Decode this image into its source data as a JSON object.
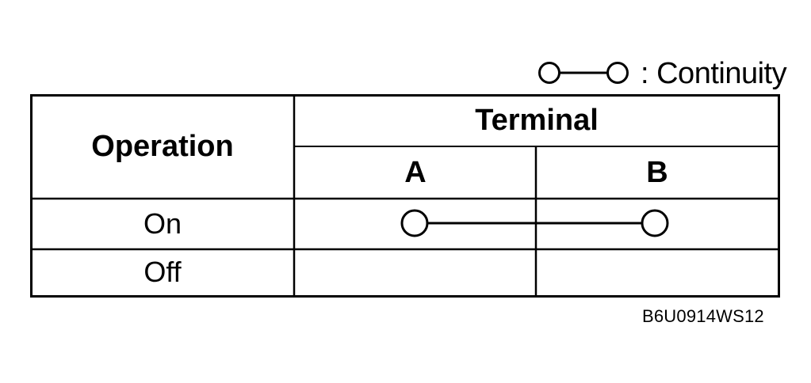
{
  "legend": {
    "symbol": "continuity-symbol",
    "label": ": Continuity"
  },
  "table": {
    "operation_header": "Operation",
    "terminal_header": "Terminal",
    "terminals": [
      "A",
      "B"
    ],
    "rows": [
      {
        "label": "On",
        "continuity": [
          "A",
          "B"
        ]
      },
      {
        "label": "Off",
        "continuity": []
      }
    ]
  },
  "figure_code": "B6U0914WS12"
}
